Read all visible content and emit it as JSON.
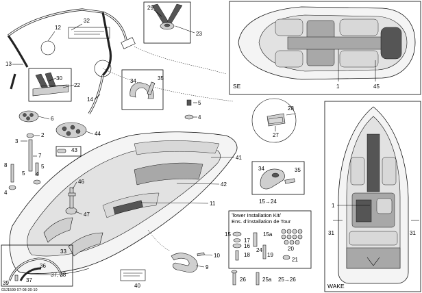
{
  "callouts": {
    "c1a": "1",
    "c1b": "1",
    "c2": "2",
    "c3": "3",
    "c4a": "4",
    "c4b": "4",
    "c4c": "4",
    "c5a": "5",
    "c5b": "5",
    "c5c": "5",
    "c5d": "5",
    "c6": "6",
    "c7": "7",
    "c8": "8",
    "c9": "9",
    "c10": "10",
    "c11": "11",
    "c12": "12",
    "c13": "13",
    "c14": "14",
    "c15": "15",
    "c15a": "15a",
    "c16": "16",
    "c17": "17",
    "c18": "18",
    "c19": "19",
    "c20": "20",
    "c21": "21",
    "c22": "22",
    "c23": "23",
    "c24": "24",
    "c25": "25",
    "c25a": "25a",
    "c26a": "26",
    "c26b": "26",
    "c27": "27",
    "c28": "28",
    "c29": "29",
    "c30": "30",
    "c31a": "31",
    "c31b": "31",
    "c32": "32",
    "c33": "33",
    "c34a": "34",
    "c34b": "34",
    "c35a": "35",
    "c35b": "35",
    "c36": "36",
    "c37a": "37",
    "c37b": "37, 38",
    "c39": "39",
    "c40": "40",
    "c41": "41",
    "c42": "42",
    "c43": "43",
    "c44": "44",
    "c45": "45",
    "c46": "46",
    "c47": "47"
  },
  "ranges": {
    "r15_24": "15→24",
    "r25_26": "25→26"
  },
  "panels": {
    "se": "SE",
    "wake": "WAKE"
  },
  "kit": {
    "title_en": "Tower Installation Kit/",
    "title_fr": "Ens. d’installation de Tour"
  },
  "footer": {
    "code": "03J1599 07-08-30-10"
  }
}
